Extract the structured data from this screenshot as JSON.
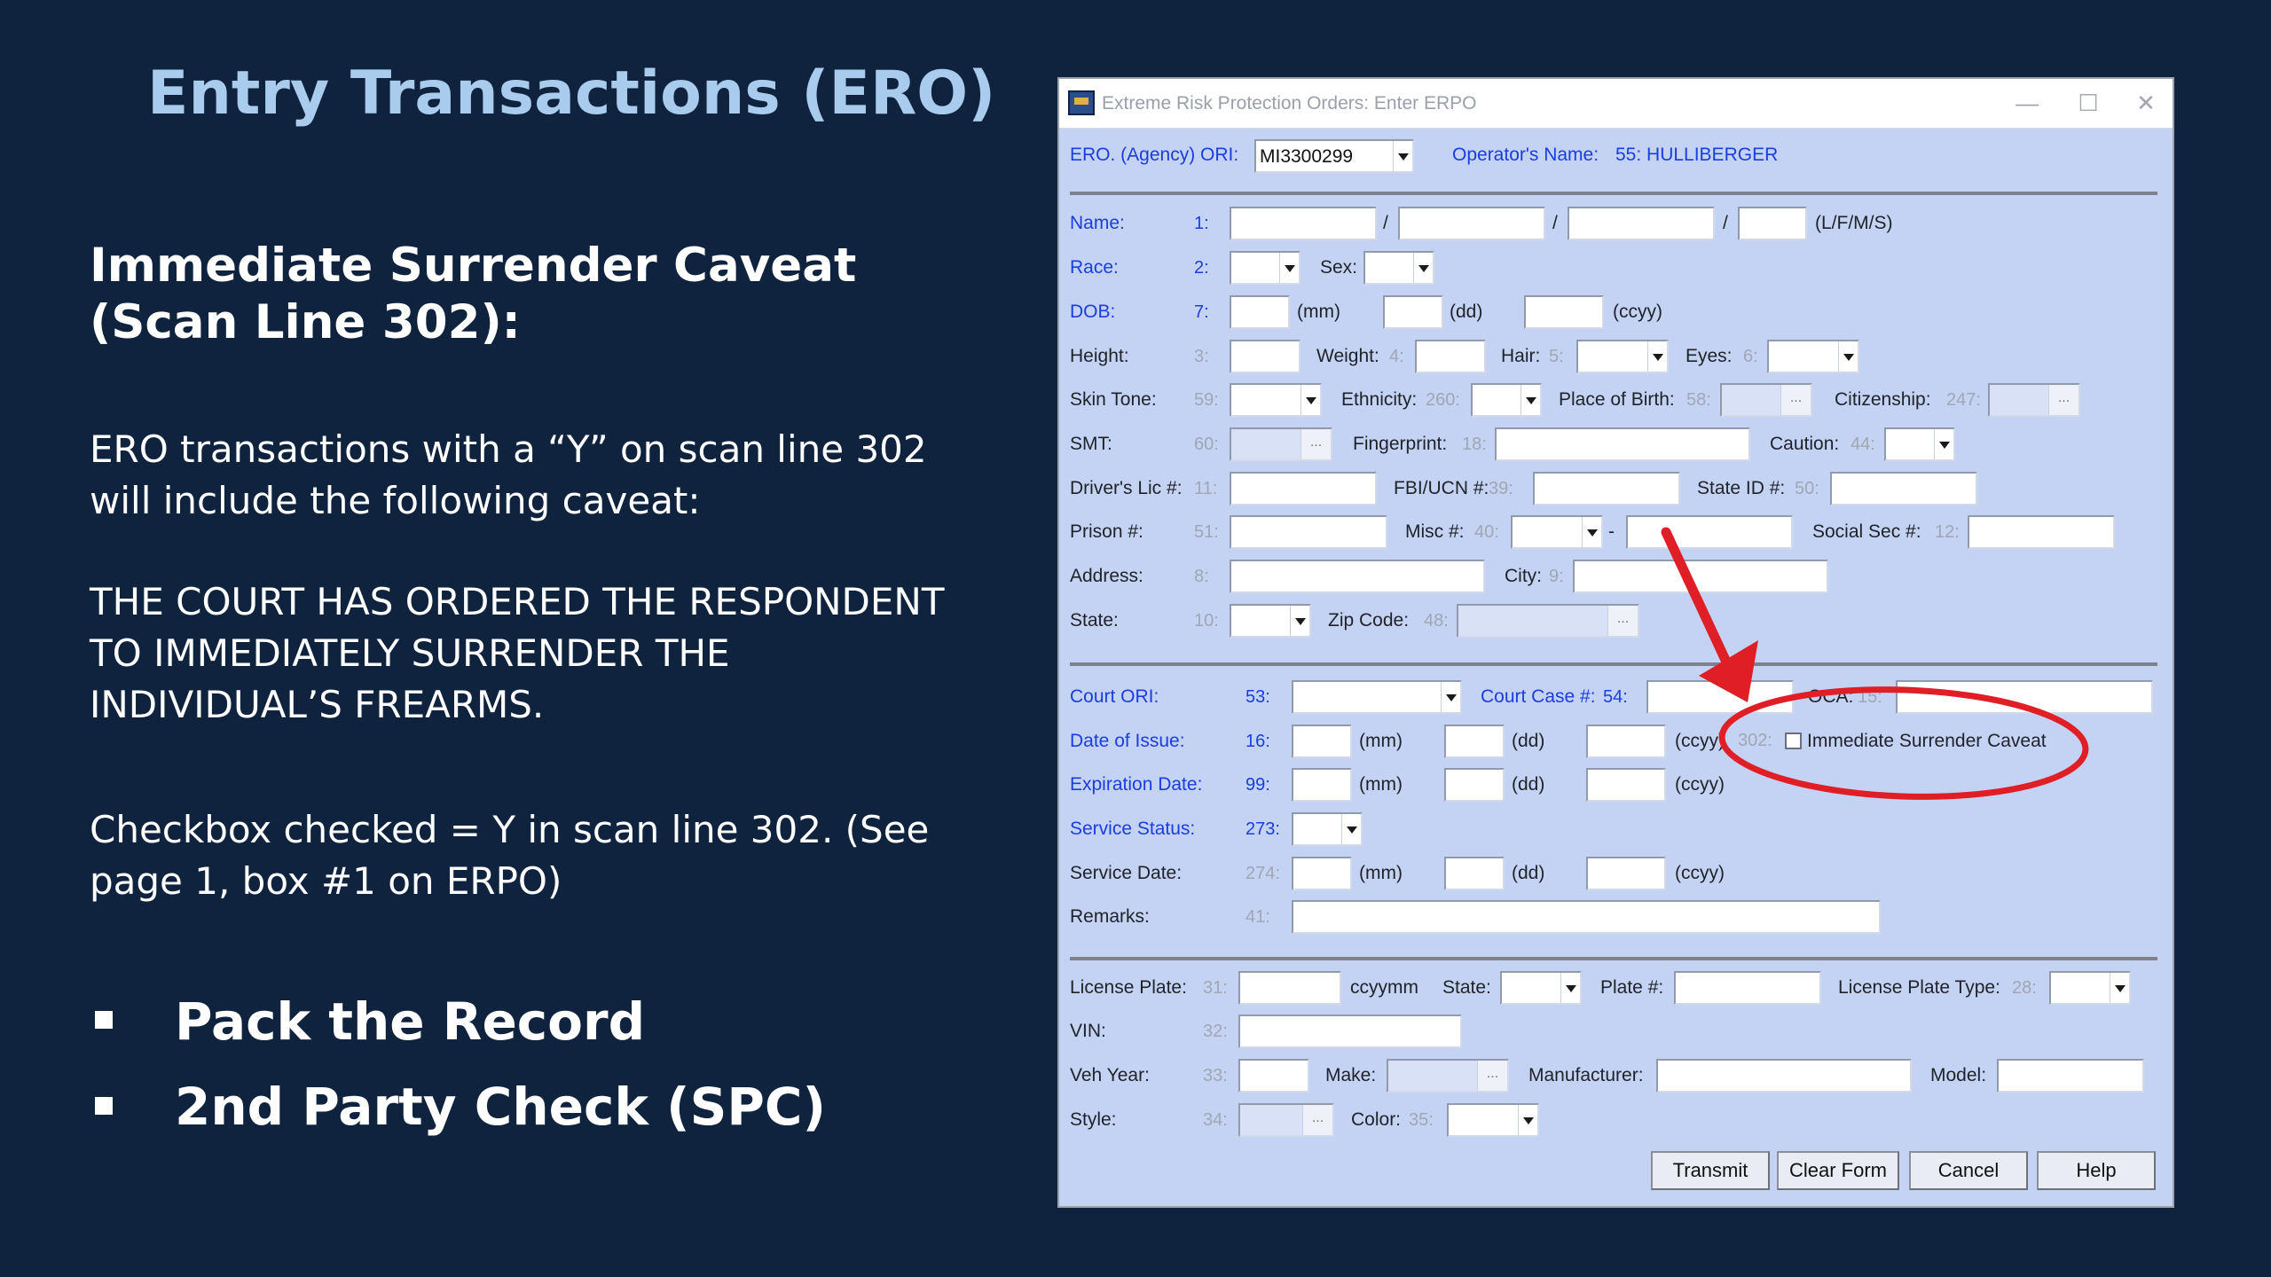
{
  "slide": {
    "title": "Entry Transactions (ERO)",
    "subheading": "Immediate Surrender Caveat (Scan Line 302):",
    "para1": "ERO transactions with a “Y” on scan line 302 will include the following caveat:",
    "caveat": "THE COURT HAS ORDERED THE RESPONDENT TO IMMEDIATELY SURRENDER THE INDIVIDUAL’S FREARMS.",
    "para3": "Checkbox checked = Y in scan line 302.  (See page 1, box #1 on ERPO)",
    "bullets": [
      "Pack the Record",
      "2nd Party Check (SPC)"
    ]
  },
  "window": {
    "title": "Extreme Risk Protection Orders: Enter ERPO",
    "controls": [
      "—",
      "☐",
      "✕"
    ],
    "ori_label": "ERO.  (Agency)  ORI:",
    "ori_value": "MI3300299",
    "operator_label": "Operator's Name:",
    "operator_value": "55: HULLIBERGER"
  },
  "person": {
    "name": "Name:",
    "name_n": "1:",
    "slash": "/",
    "lfms": "(L/F/M/S)",
    "race": "Race:",
    "race_n": "2:",
    "sex": "Sex:",
    "dob": "DOB:",
    "dob_n": "7:",
    "mm": "(mm)",
    "dd": "(dd)",
    "ccyy": "(ccyy)",
    "height": "Height:",
    "height_n": "3:",
    "weight": "Weight:",
    "weight_n": "4:",
    "hair": "Hair:",
    "hair_n": "5:",
    "eyes": "Eyes:",
    "eyes_n": "6:",
    "skin": "Skin Tone:",
    "skin_n": "59:",
    "ethnicity": "Ethnicity:",
    "ethnicity_n": "260:",
    "pob": "Place of Birth:",
    "pob_n": "58:",
    "citizenship": "Citizenship:",
    "citizenship_n": "247:",
    "smt": "SMT:",
    "smt_n": "60:",
    "fingerprint": "Fingerprint:",
    "fingerprint_n": "18:",
    "caution": "Caution:",
    "caution_n": "44:",
    "dl": "Driver's Lic #:",
    "dl_n": "11:",
    "fbi": "FBI/UCN #:",
    "fbi_n": "39:",
    "stateid": "State ID #:",
    "stateid_n": "50:",
    "prison": "Prison #:",
    "prison_n": "51:",
    "misc": "Misc #:",
    "misc_n": "40:",
    "dash": "-",
    "ssn": "Social Sec #:",
    "ssn_n": "12:",
    "address": "Address:",
    "address_n": "8:",
    "city": "City:",
    "city_n": "9:",
    "state": "State:",
    "state_n": "10:",
    "zip": "Zip Code:",
    "zip_n": "48:",
    "ellipsis": "..."
  },
  "court": {
    "ori": "Court ORI:",
    "ori_n": "53:",
    "case": "Court Case #:",
    "case_n": "54:",
    "oca": "OCA:",
    "oca_n": "15:",
    "issue": "Date of Issue:",
    "issue_n": "16:",
    "cb_n": "302:",
    "cb_label": "Immediate Surrender Caveat",
    "exp": "Expiration Date:",
    "exp_n": "99:",
    "svc_status": "Service Status:",
    "svc_status_n": "273:",
    "svc_date": "Service Date:",
    "svc_date_n": "274:",
    "remarks": "Remarks:",
    "remarks_n": "41:"
  },
  "vehicle": {
    "plate": "License Plate:",
    "plate_n": "31:",
    "ccyymm": "ccyymm",
    "state": "State:",
    "plate_no": "Plate #:",
    "plate_type": "License Plate Type:",
    "plate_type_n": "28:",
    "vin": "VIN:",
    "vin_n": "32:",
    "year": "Veh Year:",
    "year_n": "33:",
    "make": "Make:",
    "manufacturer": "Manufacturer:",
    "model": "Model:",
    "style": "Style:",
    "style_n": "34:",
    "color": "Color:",
    "color_n": "35:"
  },
  "buttons": {
    "transmit": "Transmit",
    "clear": "Clear Form",
    "cancel": "Cancel",
    "help": "Help"
  },
  "colors": {
    "background": "#10233e",
    "title": "#a9cbec",
    "form_bg": "#c4d3f3",
    "label_blue": "#1a3de0",
    "annotation_red": "#e01e25"
  }
}
